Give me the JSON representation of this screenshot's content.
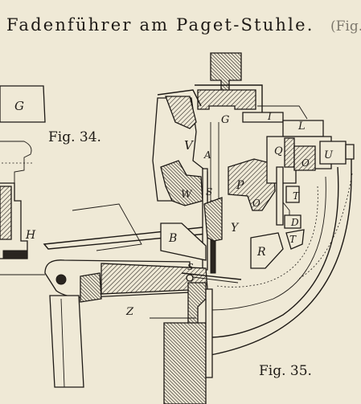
{
  "plate": {
    "title": "Fadenführer am Paget-Stuhle.",
    "title_cut": "(Fig.",
    "fig34": {
      "caption": "Fig. 34.",
      "labels": {
        "G": "G",
        "H": "H"
      }
    },
    "fig35": {
      "caption": "Fig. 35.",
      "labels": {
        "G": "G",
        "I": "I",
        "L": "L",
        "V": "V",
        "A": "A",
        "Q": "Q",
        "O": "O",
        "U": "U",
        "W": "W",
        "S_upper": "S",
        "P": "P",
        "O_lower": "O",
        "T_upper": "T",
        "Y": "Y",
        "D": "D",
        "B": "B",
        "T_lower": "T",
        "R": "R",
        "S_lower": "S",
        "Z": "Z"
      }
    }
  },
  "colors": {
    "paper": "#efe9d6",
    "ink": "#1e1a16"
  }
}
